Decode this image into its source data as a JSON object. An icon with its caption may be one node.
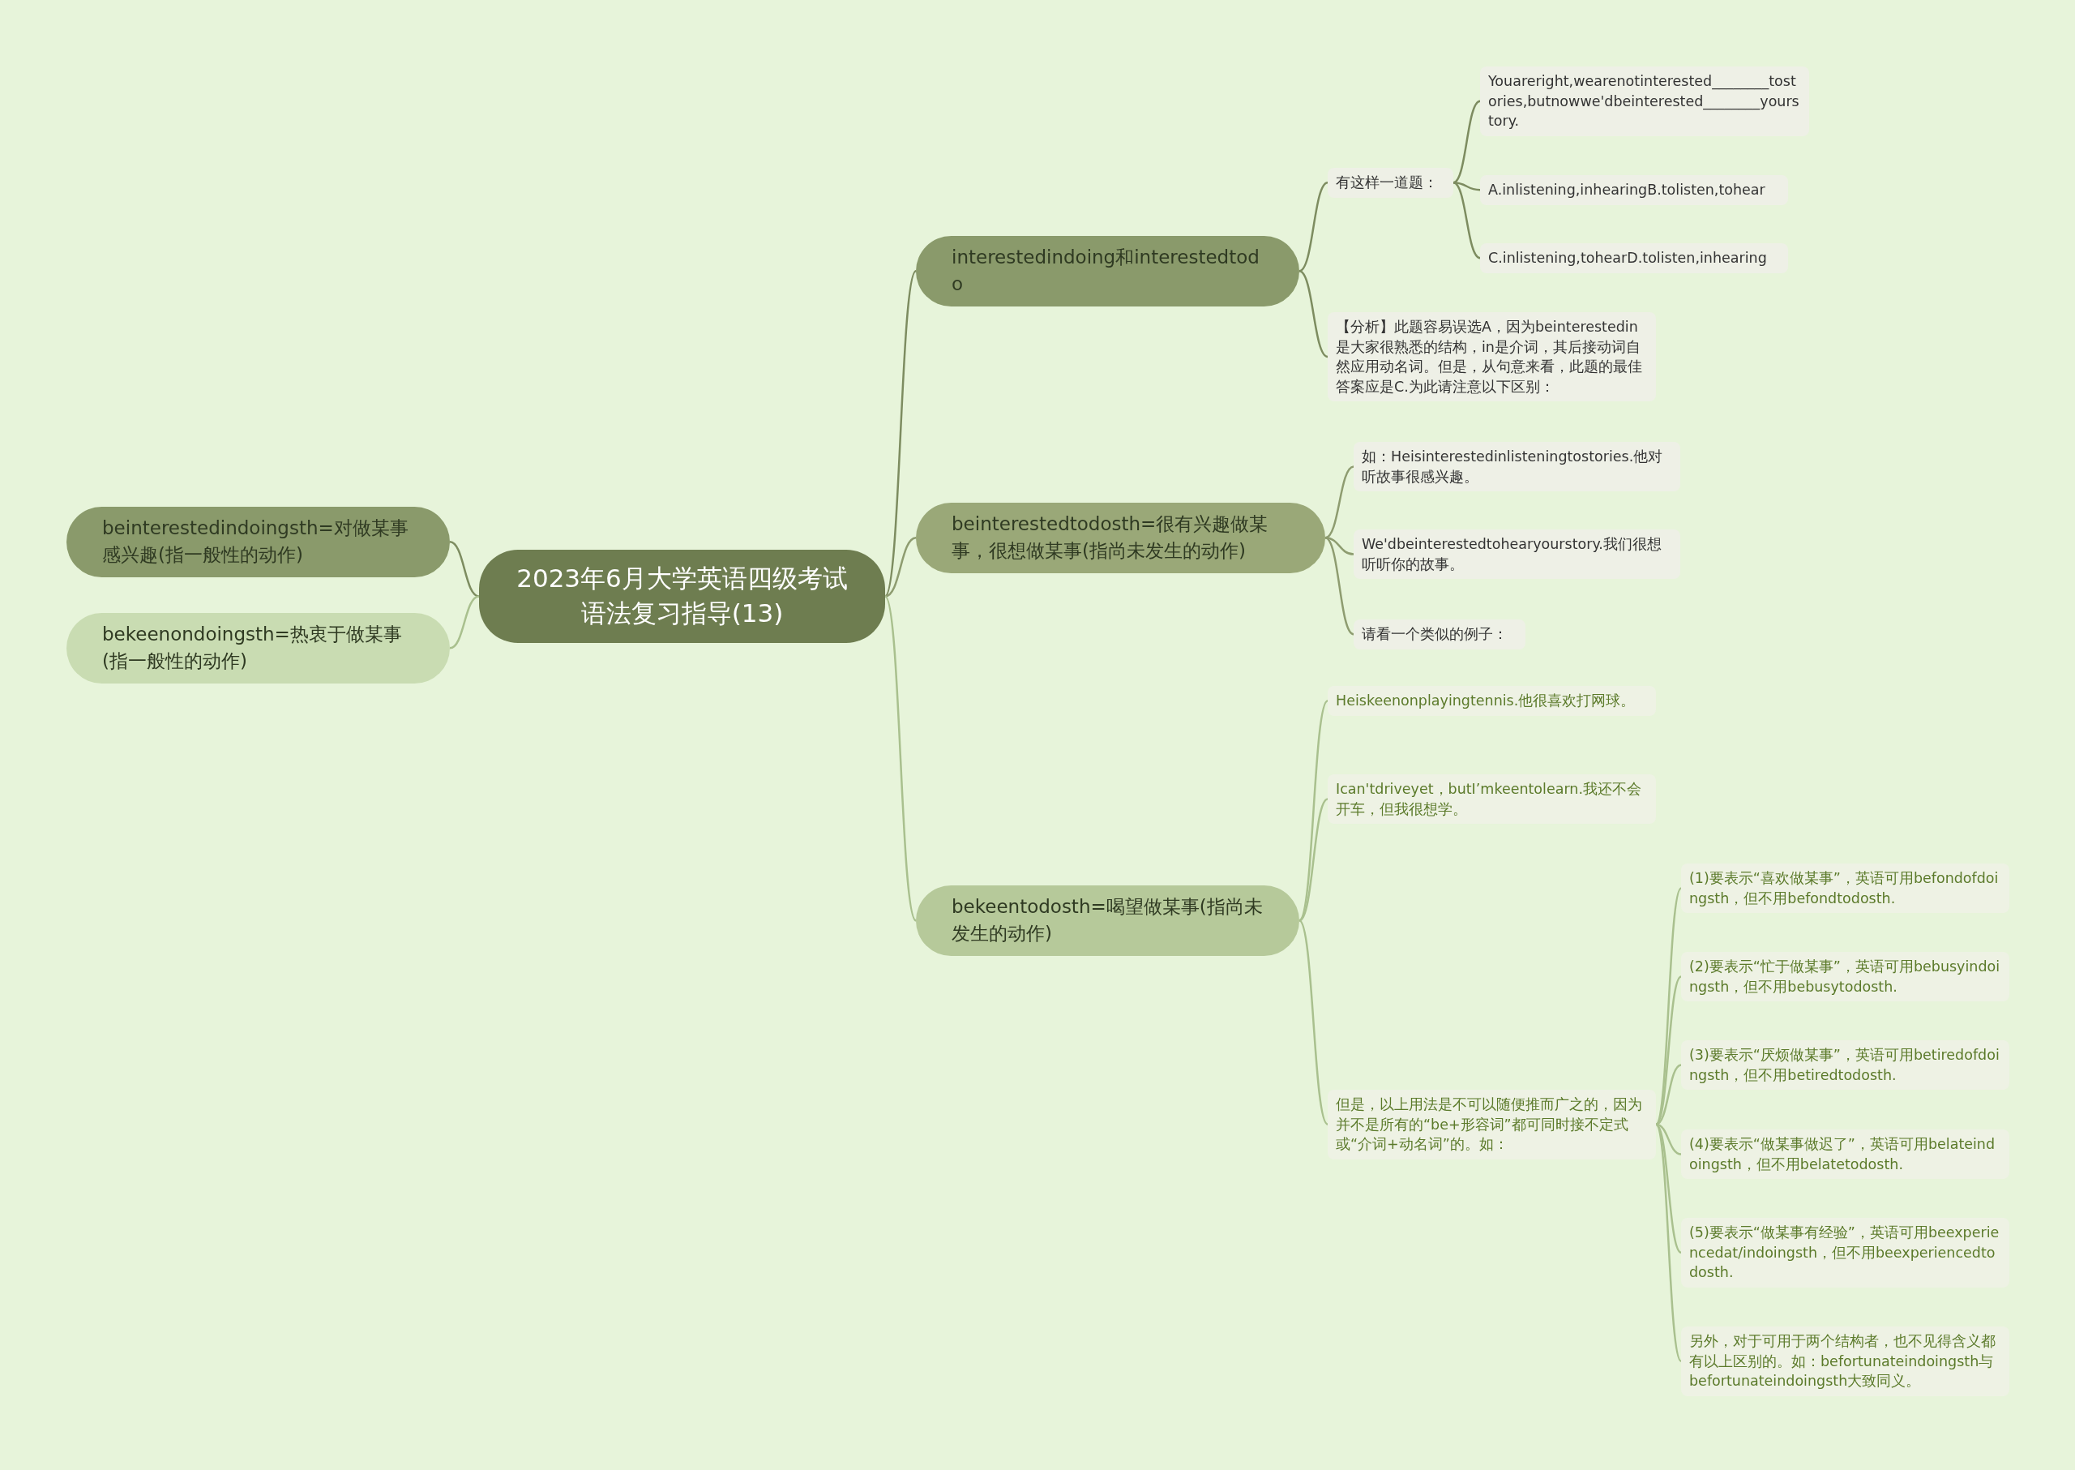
{
  "diagram": {
    "nodes": [
      {
        "text": [
          "2023年6月大学英语四级考试语法复习指导(13)"
        ]
      },
      {
        "text": [
          "beinterestedindoingsth=对做某事感兴趣(指一般性的动作)"
        ]
      },
      {
        "text": [
          "bekeenondoingsth=热衷于做某事(指一般性的动作)"
        ]
      },
      {
        "text": [
          "interestedindoing和interestedtodo"
        ]
      },
      {
        "text": [
          "有这样一道题："
        ]
      },
      {
        "text": [
          "Youareright,wearenotinterested________tostories,butnowwe'dbeinterested________yourstory."
        ]
      },
      {
        "text": [
          "A.inlistening,inhearingB.tolisten,tohear"
        ]
      },
      {
        "text": [
          "C.inlistening,tohearD.tolisten,inhearing"
        ]
      },
      {
        "text": [
          "【分析】此题容易误选A，因为beinterestedin是大家很熟悉的结构，in是介词，其后接动词自然应用动名词。但是，从句意来看，此题的最佳答案应是C.为此请注意以下区别："
        ]
      },
      {
        "text": [
          "beinterestedtodosth=很有兴趣做某事，很想做某事(指尚未发生的动作)"
        ]
      },
      {
        "text": [
          "如：Heisinterestedinlisteningtostories.他对听故事很感兴趣。"
        ]
      },
      {
        "text": [
          "We'dbeinterestedtohearyourstory.我们很想听听你的故事。"
        ]
      },
      {
        "text": [
          "请看一个类似的例子："
        ]
      },
      {
        "text": [
          "bekeentodosth=喝望做某事(指尚未发生的动作)"
        ]
      },
      {
        "text": [
          "Heiskeenonplayingtennis.他很喜欢打网球。"
        ]
      },
      {
        "text": [
          "Ican'tdriveyet，butI’mkeentolearn.我还不会开车，但我很想学。"
        ]
      },
      {
        "text": [
          "但是，以上用法是不可以随便推而广之的，因为并不是所有的“be+形容词”都可同时接不定式或“介词+动名词”的。如："
        ]
      },
      {
        "text": [
          "(1)要表示“喜欢做某事”，英语可用befondofdoingsth，但不用befondtodosth."
        ]
      },
      {
        "text": [
          "(2)要表示“忙于做某事”，英语可用bebusyindoingsth，但不用bebusytodosth."
        ]
      },
      {
        "text": [
          "(3)要表示“厌烦做某事”，英语可用betiredofdoingsth，但不用betiredtodosth."
        ]
      },
      {
        "text": [
          "(4)要表示“做某事做迟了”，英语可用belateindoingsth，但不用belatetodosth."
        ]
      },
      {
        "text": [
          "(5)要表示“做某事有经验”，英语可用beexperiencedat/indoingsth，但不用beexperiencedtodosth."
        ]
      },
      {
        "text": [
          "另外，对于可用于两个结构者，也不见得含义都有以上区别的。如：befortunateindoingsth与befortunateindoingsth大致同义。"
        ]
      }
    ],
    "edges": [
      {
        "from": 0,
        "to": 1,
        "arrow": "none",
        "color": "#7d8c60"
      },
      {
        "from": 0,
        "to": 2,
        "arrow": "none"
      },
      {
        "from": 0,
        "to": 3,
        "arrow": "none",
        "color": "#7d8c60"
      },
      {
        "from": 3,
        "to": 4,
        "arrow": "none",
        "color": "#7d8c60"
      },
      {
        "from": 4,
        "to": 5,
        "arrow": "none",
        "color": "#7d8c60"
      },
      {
        "from": 4,
        "to": 6,
        "arrow": "none",
        "color": "#7d8c60"
      },
      {
        "from": 4,
        "to": 7,
        "arrow": "none",
        "color": "#7d8c60"
      },
      {
        "from": 3,
        "to": 8,
        "arrow": "none",
        "color": "#7d8c60"
      },
      {
        "from": 0,
        "to": 9,
        "arrow": "none",
        "color": "#8e9c70"
      },
      {
        "from": 9,
        "to": 10,
        "arrow": "none",
        "color": "#8e9c70"
      },
      {
        "from": 9,
        "to": 11,
        "arrow": "none",
        "color": "#8e9c70"
      },
      {
        "from": 9,
        "to": 12,
        "arrow": "none",
        "color": "#8e9c70"
      },
      {
        "from": 0,
        "to": 13,
        "arrow": "none"
      },
      {
        "from": 13,
        "to": 14,
        "arrow": "none"
      },
      {
        "from": 13,
        "to": 15,
        "arrow": "none"
      },
      {
        "from": 13,
        "to": 16,
        "arrow": "none"
      },
      {
        "from": 16,
        "to": 17,
        "arrow": "none"
      },
      {
        "from": 16,
        "to": 18,
        "arrow": "none"
      },
      {
        "from": 16,
        "to": 19,
        "arrow": "none"
      },
      {
        "from": 16,
        "to": 20,
        "arrow": "none"
      },
      {
        "from": 16,
        "to": 21,
        "arrow": "none"
      },
      {
        "from": 16,
        "to": 22,
        "arrow": "none"
      }
    ]
  }
}
